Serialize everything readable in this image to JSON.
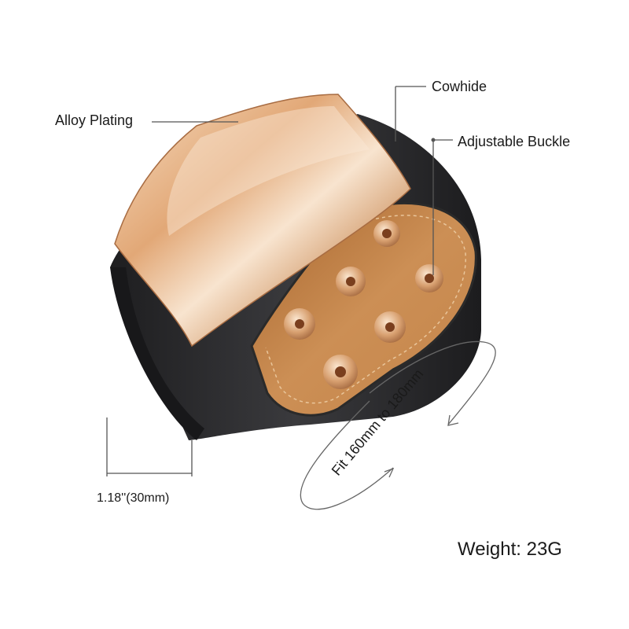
{
  "labels": {
    "alloy_plating": "Alloy Plating",
    "cowhide": "Cowhide",
    "adjustable_buckle": "Adjustable Buckle",
    "width": "1.18''(30mm)",
    "fit": "Fit 160mm to 180mm",
    "weight": "Weight: 23G"
  },
  "colors": {
    "leather_black": "#2f2f31",
    "leather_tan": "#c98b4d",
    "rose_gold": "#e3b485",
    "rivet_gold": "#d9a273",
    "callout_line": "#555555"
  }
}
